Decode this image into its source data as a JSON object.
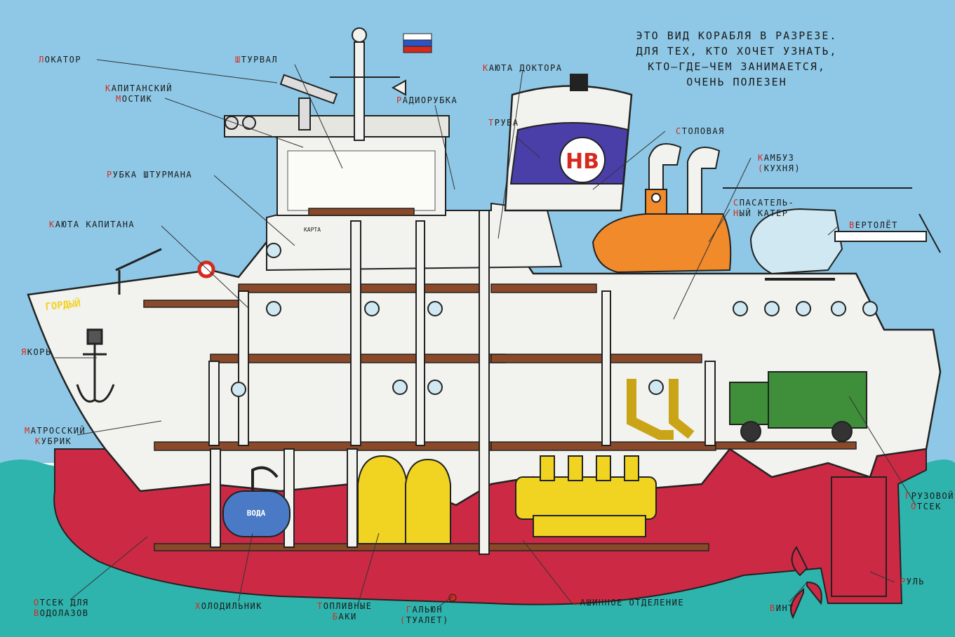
{
  "title": {
    "lines": [
      "ЭТО ВИД КОРАБЛЯ В РАЗРЕЗЕ.",
      "ДЛЯ ТЕХ, КТО ХОЧЕТ УЗНАТЬ,",
      "КТО–ГДЕ–ЧЕМ ЗАНИМАЕТСЯ,",
      "ОЧЕНЬ ПОЛЕЗЕН"
    ]
  },
  "ship": {
    "name": "ГОРДЫЙ",
    "funnel_logo": "НВ",
    "map_sign": "КАРТА",
    "tank_sign": "ВОДА"
  },
  "labels": {
    "locator": "ЛОКАТОР",
    "helm": "ШТУРВАЛ",
    "bridge_1": "КАПИТАНСКИЙ",
    "bridge_2": "МОСТИК",
    "radio_room": "РАДИОРУБКА",
    "doctor_cabin": "КАЮТА ДОКТОРА",
    "funnel": "ТРУБА",
    "dining_room": "СТОЛОВАЯ",
    "galley_1": "КАМБУЗ",
    "galley_2": "(КУХНЯ)",
    "navigator_room": "РУБКА ШТУРМАНА",
    "lifeboat_1": "СПАСАТЕЛЬ-",
    "lifeboat_2": "НЫЙ КАТЕР",
    "helicopter": "ВЕРТОЛЁТ",
    "captain_cabin": "КАЮТА КАПИТАНА",
    "anchor": "ЯКОРЬ",
    "crew_quarters_1": "МАТРОССКИЙ",
    "crew_quarters_2": "КУБРИК",
    "cargo_hold_1": "ГРУЗОВОЙ",
    "cargo_hold_2": "ОТСЕК",
    "rudder": "РУЛЬ",
    "diver_room_1": "ОТСЕК ДЛЯ",
    "diver_room_2": "ВОДОЛАЗОВ",
    "fridge": "ХОЛОДИЛЬНИК",
    "fuel_tanks_1": "ТОПЛИВНЫЕ",
    "fuel_tanks_2": "БАКИ",
    "toilet_1": "ГАЛЬЮН",
    "toilet_2": "(ТУАЛЕТ)",
    "engine_room": "МАШИННОЕ ОТДЕЛЕНИЕ",
    "propeller": "ВИНТ"
  },
  "colors": {
    "sky": "#8ec8e6",
    "sea": "#2fb3ad",
    "hull_red": "#cc2a44",
    "hull_white": "#f2f2ee",
    "deck_brown": "#8a4a2a",
    "label_red": "#d62a1e",
    "funnel_blue": "#4a3fa8",
    "fuel_yellow": "#f1d321",
    "truck_green": "#3f8f3a",
    "lifeboat_orange": "#f08a2a"
  }
}
